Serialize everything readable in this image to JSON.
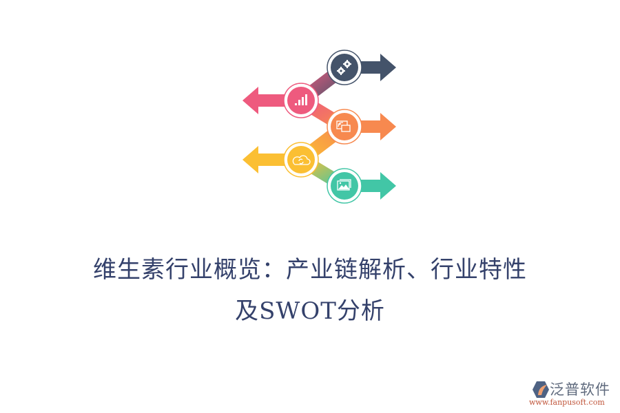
{
  "title": {
    "line1": "维生素行业概览：产业链解析、行业特性",
    "line2": "及SWOT分析"
  },
  "infographic": {
    "steps": [
      {
        "icon": "gears-icon",
        "color": "#44536a",
        "direction": "right"
      },
      {
        "icon": "bar-chart-icon",
        "color": "#ee5a7e",
        "direction": "left"
      },
      {
        "icon": "screen-cast-icon",
        "color": "#f7894f",
        "direction": "right"
      },
      {
        "icon": "cloud-sync-icon",
        "color": "#fbbf33",
        "direction": "left"
      },
      {
        "icon": "image-gallery-icon",
        "color": "#42c6a6",
        "direction": "right"
      }
    ]
  },
  "logo": {
    "brand": "泛普软件",
    "url": "www.fanpusoft.com"
  }
}
